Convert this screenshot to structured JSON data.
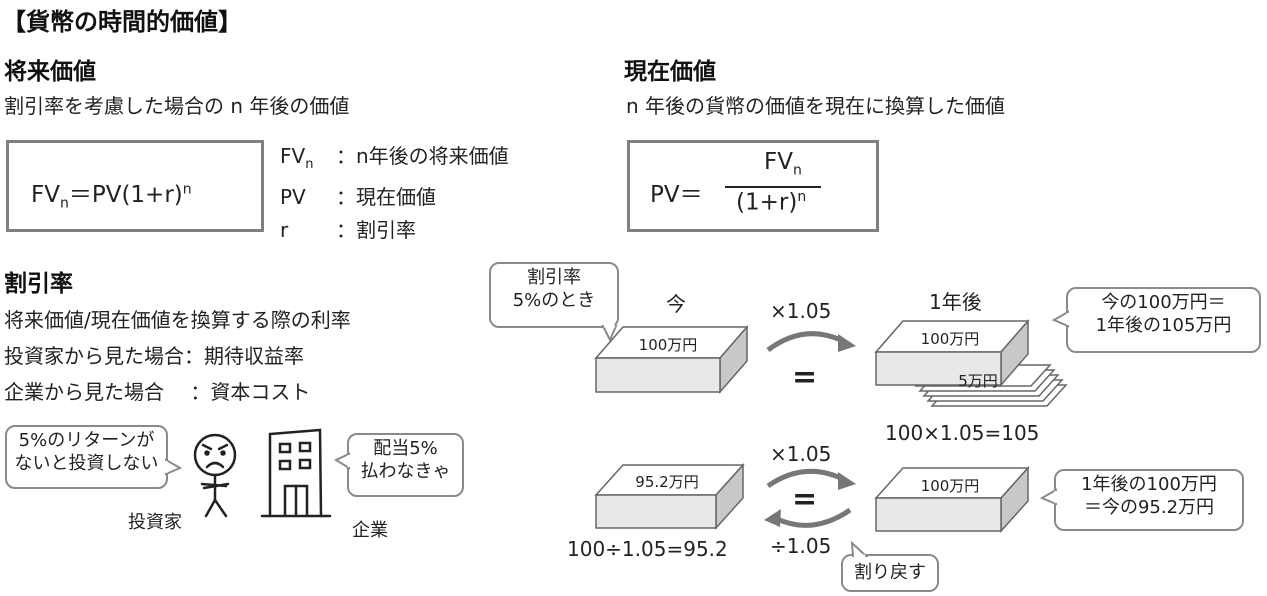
{
  "title": "【貨幣の時間的価値】",
  "future_value": {
    "heading": "将来価値",
    "description": "割引率を考慮した場合の n 年後の価値",
    "formula": {
      "lhs": "FV",
      "lhs_sub": "n",
      "eq": "＝",
      "rhs": "PV(1+r)",
      "rhs_sup": "n"
    },
    "legend": [
      {
        "sym": "FV",
        "sub": "n",
        "desc": "：n年後の将来価値"
      },
      {
        "sym": "PV",
        "sub": "",
        "desc": "：現在価値"
      },
      {
        "sym": "r",
        "sub": "",
        "desc": "：割引率"
      }
    ]
  },
  "present_value": {
    "heading": "現在価値",
    "description": "n 年後の貨幣の価値を現在に換算した価値",
    "formula": {
      "lhs": "PV＝",
      "num": "FV",
      "num_sub": "n",
      "den": "(1+r)",
      "den_sup": "n"
    }
  },
  "discount_rate": {
    "heading": "割引率",
    "lines": [
      "将来価値/現在価値を換算する際の利率",
      "投資家から見た場合：期待収益率",
      "企業から見た場合　 ：資本コスト"
    ],
    "investor_bubble": [
      "5%のリターンが",
      "ないと投資しない"
    ],
    "investor_label": "投資家",
    "company_bubble": [
      "配当5%",
      "払わなきゃ"
    ],
    "company_label": "企業"
  },
  "example": {
    "rate_bubble": [
      "割引率",
      "5%のとき"
    ],
    "now_label": "今",
    "later_label": "1年後",
    "top": {
      "multiplier": "×1.05",
      "equals": "=",
      "now_box": "100万円",
      "later_box": "100万円",
      "interest_box": "5万円",
      "calc": "100×1.05=105",
      "bubble": [
        "今の100万円＝",
        "1年後の105万円"
      ]
    },
    "bottom": {
      "multiplier": "×1.05",
      "divider": "÷1.05",
      "equals": "=",
      "now_box": "95.2万円",
      "later_box": "100万円",
      "calc": "100÷1.05=95.2",
      "bubble": [
        "1年後の100万円",
        "＝今の95.2万円"
      ],
      "discount_bubble": "割り戻す"
    }
  }
}
